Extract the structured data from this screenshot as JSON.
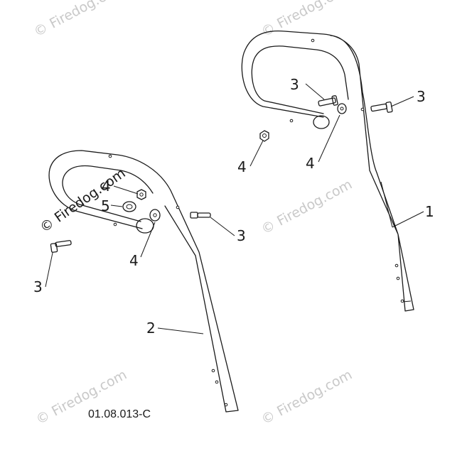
{
  "callouts": {
    "right_handle": "1",
    "left_handle": "2",
    "bolt_right_top": "3",
    "bolt_right_side": "3",
    "bolt_left_side": "3",
    "bolt_left_bottom": "3",
    "nut_right": "4",
    "washer_right": "4",
    "nut_left": "4",
    "washer_left": "4",
    "spacer_left": "5"
  },
  "drawing_code": "01.08.013-C",
  "watermark": "© Firedog.com"
}
